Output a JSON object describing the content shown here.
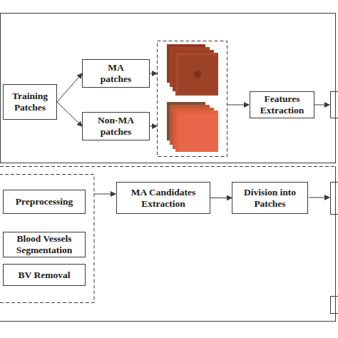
{
  "diagram": {
    "nodes": [
      {
        "text": [
          "Training Patches"
        ]
      },
      {
        "text": [
          "MA patches"
        ]
      },
      {
        "text": [
          "Non-MA patches"
        ]
      },
      {
        "text": [
          "Features Extraction"
        ]
      },
      {
        "text": [
          "Preprocessing"
        ]
      },
      {
        "text": [
          "Blood Vessels Segmentation"
        ]
      },
      {
        "text": [
          "BV Removal"
        ]
      },
      {
        "text": [
          "MA Candidates Extraction"
        ]
      },
      {
        "text": [
          "Division into Patches"
        ]
      }
    ],
    "edges": [
      {
        "from": 0,
        "to": 1,
        "arrow": "to"
      },
      {
        "from": 0,
        "to": 2,
        "arrow": "to"
      },
      {
        "from": 7,
        "to": 8,
        "arrow": "to"
      }
    ]
  }
}
